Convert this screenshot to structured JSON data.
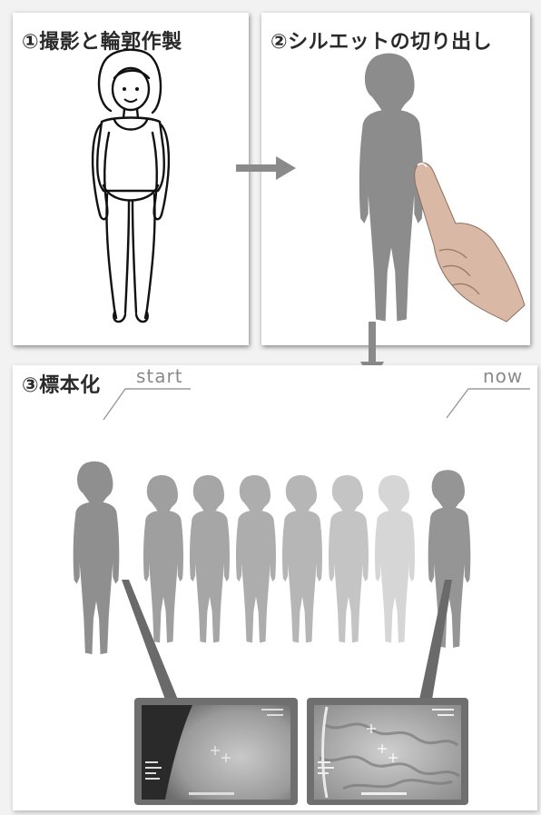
{
  "steps": [
    {
      "title": "①撮影と輪郭作製"
    },
    {
      "title": "②シルエットの切り出し"
    },
    {
      "title": "③標本化"
    }
  ],
  "timeline": {
    "start_label": "start",
    "now_label": "now"
  },
  "colors": {
    "silhouette_dark": "#8c8c8c",
    "silhouette_light": "#d6d6d6",
    "arrow": "#8a8a8a",
    "panel": "#ffffff",
    "background": "#f2f2f2"
  },
  "icons": [
    "person-outline-drawing",
    "person-silhouette",
    "pointing-hand",
    "thermal-image"
  ]
}
